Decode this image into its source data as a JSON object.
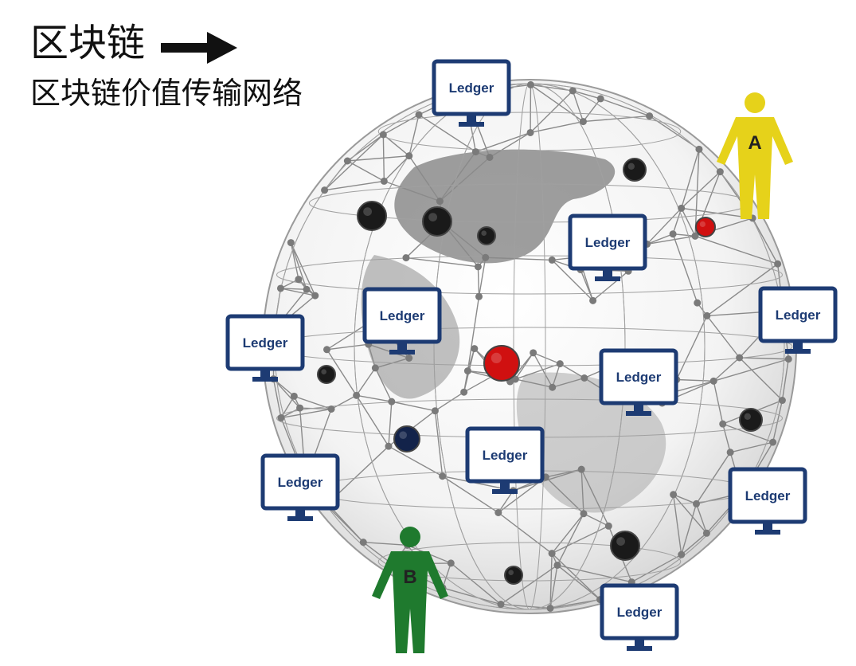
{
  "header": {
    "title": "区块链",
    "subtitle": "区块链价值传输网络"
  },
  "ledger_label": "Ledger",
  "ledgers": [
    {
      "id": "ledger-top"
    },
    {
      "id": "ledger-upper-right-inner"
    },
    {
      "id": "ledger-center-left"
    },
    {
      "id": "ledger-far-left"
    },
    {
      "id": "ledger-far-right"
    },
    {
      "id": "ledger-center-right"
    },
    {
      "id": "ledger-center-bottom"
    },
    {
      "id": "ledger-lower-left"
    },
    {
      "id": "ledger-lower-right"
    },
    {
      "id": "ledger-bottom"
    }
  ],
  "people": [
    {
      "letter": "A",
      "color": "#e6d21a"
    },
    {
      "letter": "B",
      "color": "#1f7a2e"
    }
  ],
  "colors": {
    "monitor_border": "#1d3b73",
    "mesh": "#8a8a8a",
    "node_dark": "#1a1a1a",
    "node_red": "#d01010",
    "node_navy": "#13234a"
  }
}
